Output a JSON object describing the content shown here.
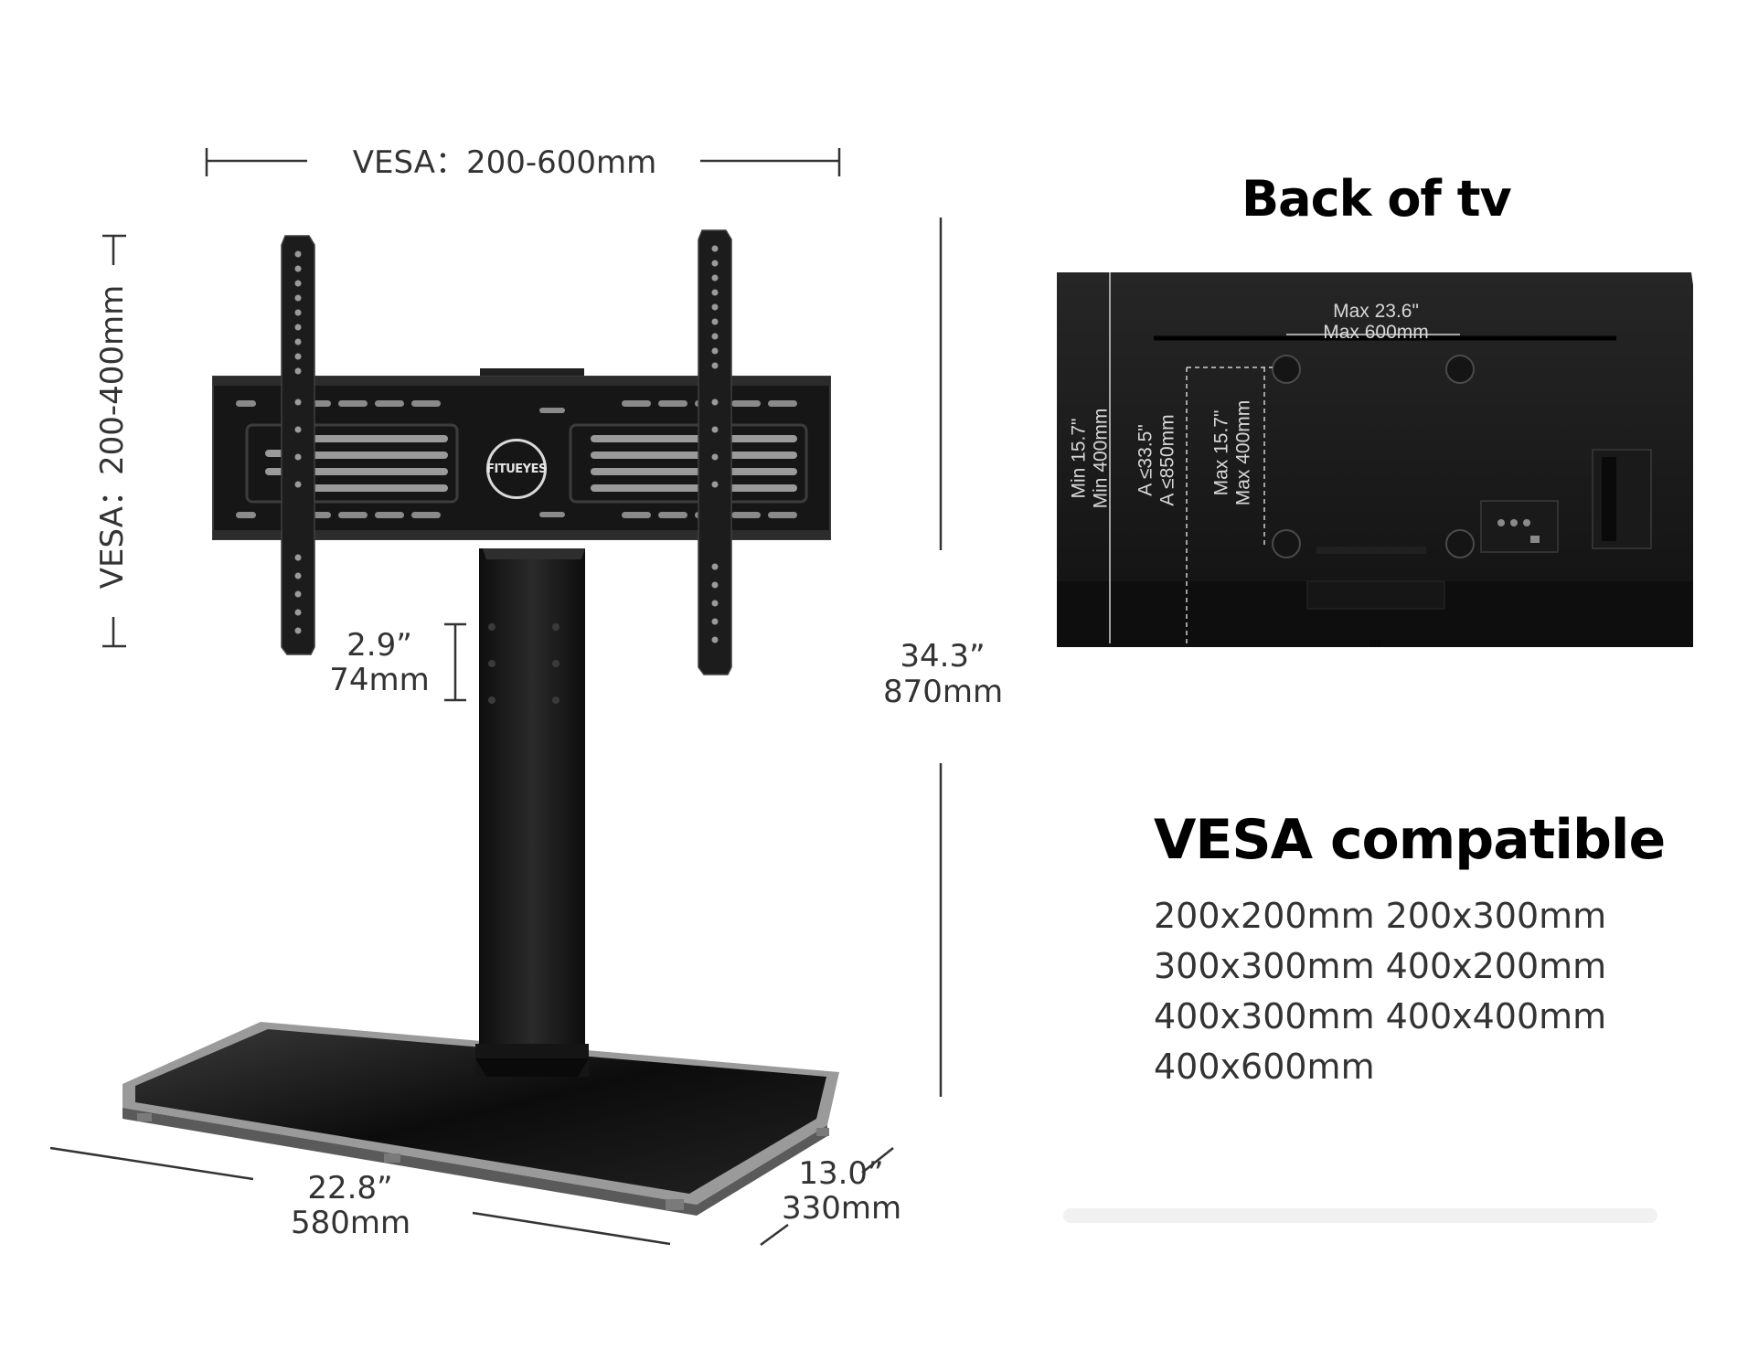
{
  "dimensions": {
    "vesa_width": "VESA：200-600mm",
    "vesa_height": "VESA：200-400mm",
    "height_adjust_in": "2.9”",
    "height_adjust_mm": "74mm",
    "total_height_in": "34.3”",
    "total_height_mm": "870mm",
    "base_width_in": "22.8”",
    "base_width_mm": "580mm",
    "base_depth_in": "13.0”",
    "base_depth_mm": "330mm"
  },
  "brand_logo": "FITUEYES",
  "back_of_tv": {
    "title": "Back of  tv",
    "max_width_in": "Max 23.6\"",
    "max_width_mm": "Max 600mm",
    "min_height_in": "Min 15.7\"",
    "min_height_mm": "Min 400mm",
    "a_in": "A ≤33.5\"",
    "a_mm": "A ≤850mm",
    "max_height_in": "Max 15.7\"",
    "max_height_mm": "Max 400mm"
  },
  "vesa_compatible": {
    "title": "VESA compatible",
    "sizes": [
      "200x200mm",
      "200x300mm",
      "300x300mm",
      "400x200mm",
      "400x300mm",
      "400x400mm",
      "400x600mm"
    ]
  },
  "colors": {
    "product": "#1a1a1a",
    "dimension_lines": "#333333",
    "text": "#333333",
    "heading": "#000000"
  }
}
